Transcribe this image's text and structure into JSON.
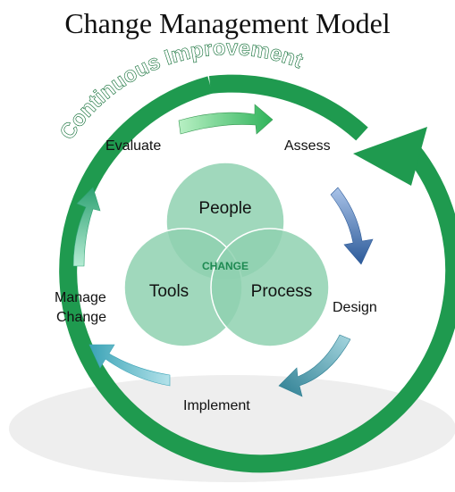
{
  "title": "Change Management Model",
  "ring": {
    "label": "Continuous Improvement",
    "color": "#1f9a4f"
  },
  "cycle_steps": [
    {
      "label": "Assess"
    },
    {
      "label": "Design"
    },
    {
      "label": "Implement"
    },
    {
      "label": "Manage Change",
      "lines": [
        "Manage",
        "Change"
      ]
    },
    {
      "label": "Evaluate"
    }
  ],
  "venn": {
    "center_label": "CHANGE",
    "circles": [
      {
        "label": "People"
      },
      {
        "label": "Tools"
      },
      {
        "label": "Process"
      }
    ]
  },
  "colors": {
    "circle_fill": "#8fd1b0",
    "center_text": "#1e8a52",
    "arrow_green": "#3cc46a",
    "arrow_blue": "#3f6aa7",
    "arrow_teal": "#3f9aa7",
    "arrow_cyan": "#4fb3c3",
    "arrow_seagreen": "#3fb083"
  }
}
